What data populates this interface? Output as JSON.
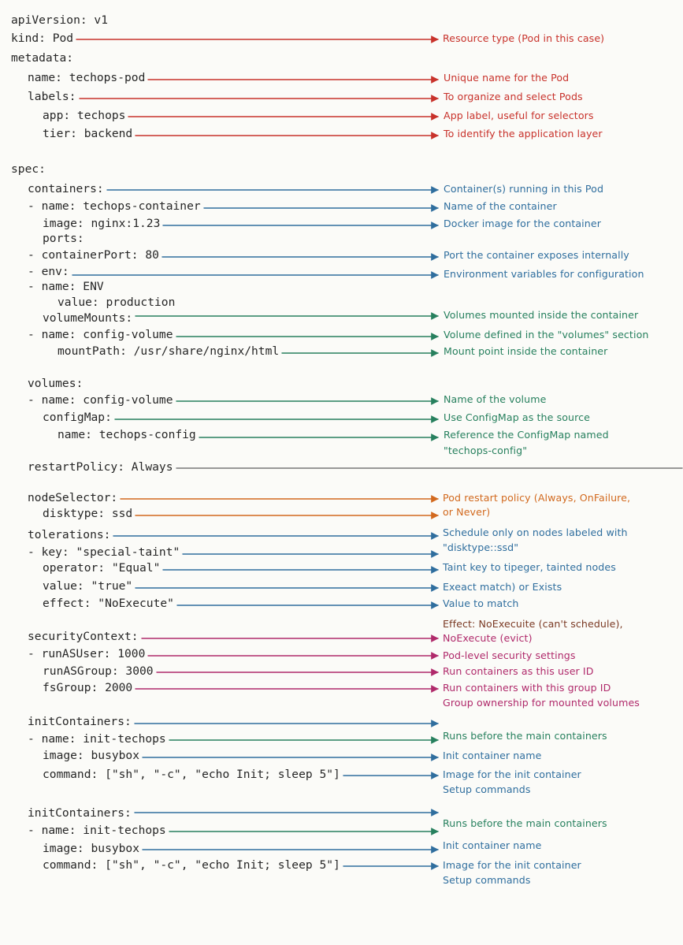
{
  "colors": {
    "red": "#c8322b",
    "blue": "#2f6e9e",
    "green": "#27805e",
    "orange": "#d2691e",
    "magenta": "#b02a6b",
    "brown": "#7b3a24",
    "gray": "#777777",
    "code": "#262626",
    "background": "#fbfbf8"
  },
  "code_lines": [
    {
      "id": "apiversion",
      "text": "apiVersion: v1"
    },
    {
      "id": "kind",
      "text": "kind: Pod"
    },
    {
      "id": "metadata",
      "text": "metadata:"
    },
    {
      "id": "meta-name",
      "text": "name: techops-pod"
    },
    {
      "id": "labels",
      "text": "labels:"
    },
    {
      "id": "label-app",
      "text": "app: techops"
    },
    {
      "id": "label-tier",
      "text": "tier: backend"
    },
    {
      "id": "spec",
      "text": "spec:"
    },
    {
      "id": "containers",
      "text": "containers:"
    },
    {
      "id": "container-name",
      "text": "- name: techops-container"
    },
    {
      "id": "container-image",
      "text": "image: nginx:1.23"
    },
    {
      "id": "ports",
      "text": "ports:"
    },
    {
      "id": "container-port",
      "text": "- containerPort: 80"
    },
    {
      "id": "env",
      "text": "- env:"
    },
    {
      "id": "env-name",
      "text": "- name: ENV"
    },
    {
      "id": "env-value",
      "text": "value: production"
    },
    {
      "id": "volume-mounts",
      "text": "volumeMounts:"
    },
    {
      "id": "mount-name",
      "text": "- name: config-volume"
    },
    {
      "id": "mount-path",
      "text": "mountPath: /usr/share/nginx/html"
    },
    {
      "id": "volumes",
      "text": "volumes:"
    },
    {
      "id": "volume-name",
      "text": "- name: config-volume"
    },
    {
      "id": "configmap",
      "text": "configMap:"
    },
    {
      "id": "configmap-name",
      "text": "name: techops-config"
    },
    {
      "id": "restart-policy",
      "text": "restartPolicy: Always"
    },
    {
      "id": "node-selector",
      "text": "nodeSelector:"
    },
    {
      "id": "disktype",
      "text": "disktype: ssd"
    },
    {
      "id": "tolerations",
      "text": "tolerations:"
    },
    {
      "id": "tol-key",
      "text": "- key: \"special-taint\""
    },
    {
      "id": "tol-operator",
      "text": "operator: \"Equal\""
    },
    {
      "id": "tol-value",
      "text": "value: \"true\""
    },
    {
      "id": "tol-effect",
      "text": "effect: \"NoExecute\""
    },
    {
      "id": "security-context",
      "text": "securityContext:"
    },
    {
      "id": "run-as-user",
      "text": "- runASUser: 1000"
    },
    {
      "id": "run-as-group",
      "text": "runASGroup: 3000"
    },
    {
      "id": "fs-group",
      "text": "fsGroup: 2000"
    },
    {
      "id": "init-containers-1",
      "text": "initContainers:"
    },
    {
      "id": "init-name-1",
      "text": "- name: init-techops"
    },
    {
      "id": "init-image-1",
      "text": "image: busybox"
    },
    {
      "id": "init-command-1",
      "text": "command: [\"sh\", \"-c\", \"echo Init; sleep 5\"]"
    },
    {
      "id": "init-containers-2",
      "text": "initContainers:"
    },
    {
      "id": "init-name-2",
      "text": "- name: init-techops"
    },
    {
      "id": "init-image-2",
      "text": "image: busybox"
    },
    {
      "id": "init-command-2",
      "text": "command: [\"sh\", \"-c\", \"echo Init; sleep 5\"]"
    }
  ],
  "annotations": [
    {
      "id": "resource-type",
      "text": "Resource type (Pod in this case)",
      "color": "red"
    },
    {
      "id": "unique-name",
      "text": "Unique name for the Pod",
      "color": "red"
    },
    {
      "id": "organize",
      "text": "To organize and select Pods",
      "color": "red"
    },
    {
      "id": "app-label",
      "text": "App label, useful for selectors",
      "color": "red"
    },
    {
      "id": "app-layer",
      "text": "To identify the application layer",
      "color": "red"
    },
    {
      "id": "containers-running",
      "text": "Container(s) running in this Pod",
      "color": "blue"
    },
    {
      "id": "container-name",
      "text": "Name of the container",
      "color": "blue"
    },
    {
      "id": "docker-image",
      "text": "Docker image for the container",
      "color": "blue"
    },
    {
      "id": "port-exposed",
      "text": "Port the container exposes internally",
      "color": "blue"
    },
    {
      "id": "env-vars",
      "text": "Environment variables for configuration",
      "color": "blue"
    },
    {
      "id": "volumes-mounted",
      "text": "Volumes mounted inside the container",
      "color": "green"
    },
    {
      "id": "volume-defined",
      "text": "Volume defined in the \"volumes\" section",
      "color": "green"
    },
    {
      "id": "mount-point",
      "text": "Mount point inside the container",
      "color": "green"
    },
    {
      "id": "volume-name",
      "text": "Name of the volume",
      "color": "green"
    },
    {
      "id": "use-configmap",
      "text": "Use ConfigMap as the source",
      "color": "green"
    },
    {
      "id": "reference-configmap-1",
      "text": "Reference the ConfigMap named",
      "color": "green"
    },
    {
      "id": "reference-configmap-2",
      "text": "\"techops-config\"",
      "color": "green"
    },
    {
      "id": "restart-policy-1",
      "text": "Pod restart policy (Always, OnFailure,",
      "color": "orange"
    },
    {
      "id": "restart-policy-2",
      "text": "or Never)",
      "color": "orange"
    },
    {
      "id": "schedule-nodes-1",
      "text": "Schedule only on nodes labeled with",
      "color": "blue"
    },
    {
      "id": "schedule-nodes-2",
      "text": "\"disktype::ssd\"",
      "color": "blue"
    },
    {
      "id": "taint-key",
      "text": "Taint key to tipeger, tainted nodes",
      "color": "blue"
    },
    {
      "id": "exact-match",
      "text": "Exeact match) or Exists",
      "color": "blue"
    },
    {
      "id": "value-match",
      "text": "Value to match",
      "color": "blue"
    },
    {
      "id": "effect-1",
      "text": "Effect: NoExecuite (can't schedule),",
      "color": "brown"
    },
    {
      "id": "effect-2",
      "text": "NoExecute (evict)",
      "color": "magenta"
    },
    {
      "id": "pod-security",
      "text": "Pod-level security settings",
      "color": "magenta"
    },
    {
      "id": "run-user",
      "text": "Run containers as this user ID",
      "color": "magenta"
    },
    {
      "id": "run-group",
      "text": "Run containers with this group ID",
      "color": "magenta"
    },
    {
      "id": "group-ownership",
      "text": "Group ownership for mounted volumes",
      "color": "magenta"
    },
    {
      "id": "runs-before-1",
      "text": "Runs before the main containers",
      "color": "green"
    },
    {
      "id": "init-name-1",
      "text": "Init container name",
      "color": "blue"
    },
    {
      "id": "init-image-1",
      "text": "Image for the init container",
      "color": "blue"
    },
    {
      "id": "setup-commands-1",
      "text": "Setup commands",
      "color": "blue"
    },
    {
      "id": "runs-before-2",
      "text": "Runs before the main containers",
      "color": "green"
    },
    {
      "id": "init-name-2",
      "text": "Init container name",
      "color": "blue"
    },
    {
      "id": "init-image-2",
      "text": "Image for the init container",
      "color": "blue"
    },
    {
      "id": "setup-commands-2",
      "text": "Setup commands",
      "color": "blue"
    }
  ],
  "arrows": [
    {
      "from": "kind",
      "color": "red"
    },
    {
      "from": "meta-name",
      "color": "red"
    },
    {
      "from": "labels",
      "color": "red"
    },
    {
      "from": "label-app",
      "color": "red"
    },
    {
      "from": "label-tier",
      "color": "red"
    },
    {
      "from": "containers",
      "color": "blue"
    },
    {
      "from": "container-name",
      "color": "blue"
    },
    {
      "from": "container-image",
      "color": "blue"
    },
    {
      "from": "container-port",
      "color": "blue"
    },
    {
      "from": "env",
      "color": "blue"
    },
    {
      "from": "volume-mounts",
      "color": "green"
    },
    {
      "from": "mount-name",
      "color": "green"
    },
    {
      "from": "mount-path",
      "color": "green"
    },
    {
      "from": "volume-name",
      "color": "green"
    },
    {
      "from": "configmap",
      "color": "green"
    },
    {
      "from": "configmap-name",
      "color": "green"
    },
    {
      "from": "restart-policy",
      "color": "gray",
      "arrowhead": false
    },
    {
      "from": "node-selector",
      "color": "orange"
    },
    {
      "from": "disktype",
      "color": "orange"
    },
    {
      "from": "tolerations",
      "color": "blue"
    },
    {
      "from": "tol-key",
      "color": "blue"
    },
    {
      "from": "tol-operator",
      "color": "blue"
    },
    {
      "from": "tol-value",
      "color": "blue"
    },
    {
      "from": "tol-effect",
      "color": "blue"
    },
    {
      "from": "security-context",
      "color": "magenta"
    },
    {
      "from": "run-as-user",
      "color": "magenta"
    },
    {
      "from": "run-as-group",
      "color": "magenta"
    },
    {
      "from": "fs-group",
      "color": "magenta"
    },
    {
      "from": "init-containers-1",
      "color": "blue"
    },
    {
      "from": "init-name-1",
      "color": "green"
    },
    {
      "from": "init-image-1",
      "color": "blue"
    },
    {
      "from": "init-command-1",
      "color": "blue"
    },
    {
      "from": "init-containers-2",
      "color": "blue"
    },
    {
      "from": "init-name-2",
      "color": "green"
    },
    {
      "from": "init-image-2",
      "color": "blue"
    },
    {
      "from": "init-command-2",
      "color": "blue"
    }
  ]
}
